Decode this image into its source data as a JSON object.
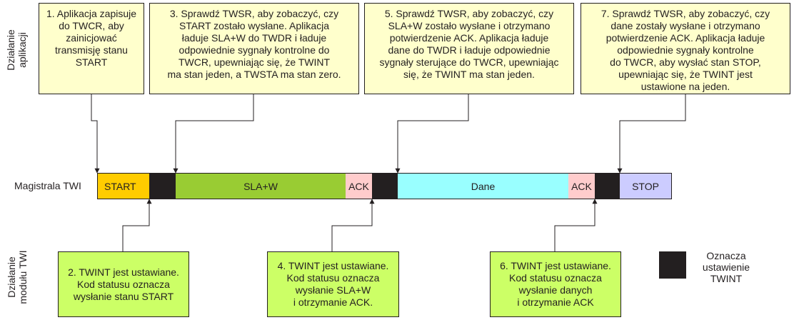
{
  "lane_labels": {
    "application": "Działanie\naplikacji",
    "bus": "Magistrala TWI",
    "module": "Działanie\nmodułu TWI"
  },
  "application_steps": [
    {
      "number": 1,
      "text": "1. Aplikacja zapisuje\ndo TWCR, aby\nzainicjować\ntransmisję stanu\nSTART"
    },
    {
      "number": 3,
      "text": "3. Sprawdź TWSR, aby zobaczyć, czy\nSTART zostało wysłane. Aplikacja\nładuje SLA+W do TWDR i ładuje\nodpowiednie sygnały kontrolne do\nTWCR, upewniając się, że TWINT\nma stan jeden, a TWSTA ma stan zero."
    },
    {
      "number": 5,
      "text": "5. Sprawdź TWSR, aby zobaczyć, czy\nSLA+W zostało wysłane i otrzymano\npotwierdzenie ACK. Aplikacja ładuje\ndane do TWDR i ładuje odpowiednie\nsygnały sterujące do TWCR, upewniając\nsię, że TWINT ma stan jeden."
    },
    {
      "number": 7,
      "text": "7. Sprawdź TWSR, aby zobaczyć, czy\ndane zostały wysłane i otrzymano\npotwierdzenie ACK. Aplikacja ładuje\nodpowiednie sygnały kontrolne\ndo TWCR, aby wysłać stan STOP,\nupewniając się, że TWINT jest\nustawione na jeden."
    }
  ],
  "module_steps": [
    {
      "number": 2,
      "text": "2. TWINT jest ustawiane.\nKod statusu oznacza\nwysłanie stanu START"
    },
    {
      "number": 4,
      "text": "4. TWINT jest ustawiane.\nKod statusu oznacza\nwysłanie SLA+W\ni otrzymanie ACK."
    },
    {
      "number": 6,
      "text": "6. TWINT jest ustawiane.\nKod statusu oznacza\nwysłanie danych\ni otrzymanie ACK"
    }
  ],
  "bus_segments": [
    {
      "label": "START",
      "kind": "start",
      "color": "#ffcc00"
    },
    {
      "label": "",
      "kind": "twint",
      "color": "#231f20"
    },
    {
      "label": "SLA+W",
      "kind": "address",
      "color": "#99cc33"
    },
    {
      "label": "ACK",
      "kind": "ack",
      "color": "#ffcccc"
    },
    {
      "label": "",
      "kind": "twint",
      "color": "#231f20"
    },
    {
      "label": "Dane",
      "kind": "data",
      "color": "#99ffff"
    },
    {
      "label": "ACK",
      "kind": "ack",
      "color": "#ffcccc"
    },
    {
      "label": "",
      "kind": "twint",
      "color": "#231f20"
    },
    {
      "label": "STOP",
      "kind": "stop",
      "color": "#ccccff"
    }
  ],
  "legend": {
    "text": "Oznacza\nustawienie\nTWINT",
    "color": "#231f20"
  },
  "colors": {
    "app_box": "#ffffcc",
    "module_box": "#ccff66",
    "line": "#231f20"
  }
}
